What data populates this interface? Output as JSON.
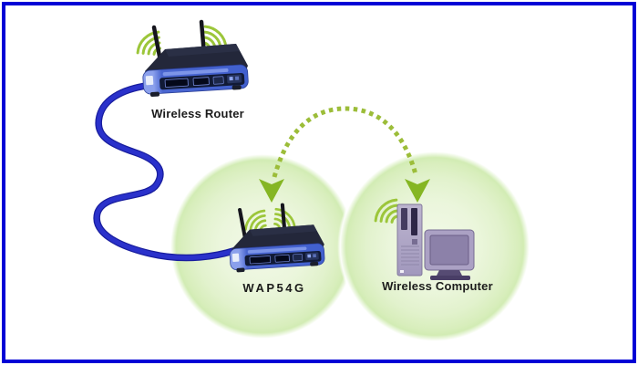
{
  "frame": {
    "border_color": "#0101d6",
    "background": "#ffffff"
  },
  "diagram": {
    "nodes": [
      {
        "id": "wireless-router",
        "label": "Wireless Router",
        "type": "router",
        "icon": "linksys-router-icon"
      },
      {
        "id": "wap54g",
        "label": "WAP54G",
        "type": "access-point",
        "icon": "linksys-router-icon"
      },
      {
        "id": "wireless-computer",
        "label": "Wireless Computer",
        "type": "desktop-pc",
        "icon": "desktop-computer-icon"
      }
    ],
    "connections": [
      {
        "from": "wireless-router",
        "to": "wap54g",
        "style": "wired",
        "description": "blue curved ethernet cable"
      },
      {
        "from": "wap54g",
        "to": "wireless-computer",
        "style": "wireless",
        "description": "green dotted arc with down arrows into both coverage circles"
      }
    ],
    "coverage_areas": [
      {
        "around": "wap54g",
        "shape": "circle",
        "color": "#d8eebc"
      },
      {
        "around": "wireless-computer",
        "shape": "circle",
        "color": "#d8eebc"
      }
    ],
    "colors": {
      "cable_blue": "#2127c0",
      "wifi_arc_green": "#9cc63a",
      "arrow_green": "#85b623",
      "dot_green": "#9cbd39",
      "device_panel_blue": "#4a66d0",
      "device_top_dark": "#23273a",
      "computer_purple": "#aba1c4",
      "label_text": "#1b1b1b"
    }
  }
}
